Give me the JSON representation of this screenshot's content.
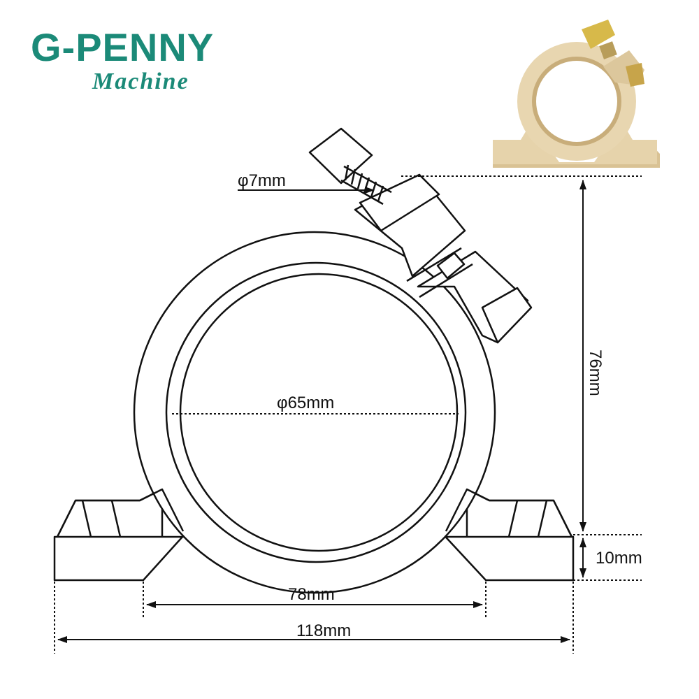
{
  "brand": {
    "name": "G-PENNY",
    "subtitle": "Machine",
    "color": "#1b8a78"
  },
  "product_photo": {
    "color": "#e8d6b0",
    "icon": "spindle-clamp-photo"
  },
  "dimensions": {
    "bolt_diameter": "φ7mm",
    "bore_diameter": "φ65mm",
    "height": "76mm",
    "base_thickness": "10mm",
    "mounting_hole_spacing": "78mm",
    "total_width": "118mm"
  }
}
